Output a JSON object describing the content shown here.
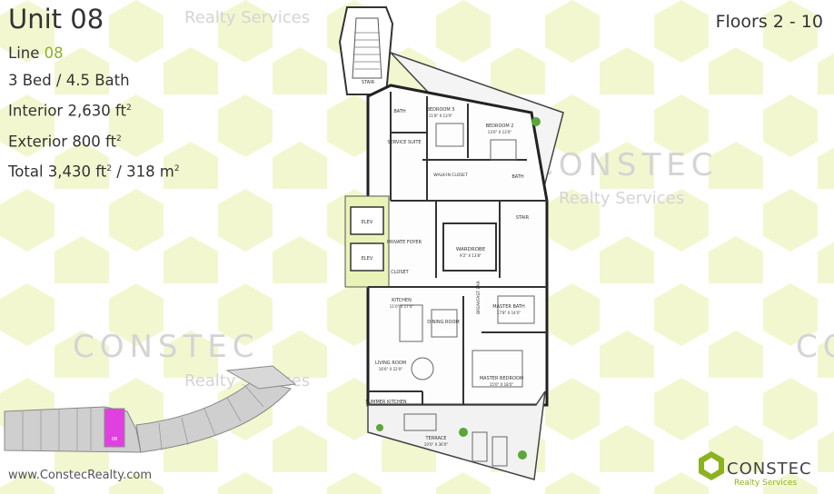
{
  "unit": {
    "title": "Unit 08",
    "line_label": "Line",
    "line_value": "08",
    "beds_baths": "3 Bed / 4.5 Bath",
    "interior_label": "Interior",
    "interior_value": "2,630 ft",
    "exterior_label": "Exterior",
    "exterior_value": "800 ft",
    "total_label": "Total",
    "total_value": "3,430 ft",
    "total_metric": "/ 318 m",
    "sq": "2"
  },
  "floors": "Floors 2 - 10",
  "website": "www.ConstecRealty.com",
  "brand": {
    "name": "CONSTEC",
    "sub": "Realty Services"
  },
  "watermarks": {
    "big": "CONSTEC",
    "small": "Realty Services"
  },
  "keyplan": {
    "unit_tag": "08"
  },
  "rooms": {
    "stair": "STAIR",
    "bath": "BATH",
    "bedroom3": "BEDROOM 3",
    "bedroom3_dim": "11'8\" X 13'0\"",
    "bedroom2": "BEDROOM 2",
    "bedroom2_dim": "13'0\" X 13'0\"",
    "service_suite": "SERVICE SUITE",
    "walkin_closet": "WALK-IN CLOSET",
    "elev": "ELEV",
    "private_foyer": "PRIVATE FOYER",
    "closet": "CLOSET",
    "wardrobe": "WARDROBE",
    "wardrobe_dim": "9'2\" X 13'8\"",
    "kitchen": "KITCHEN",
    "kitchen_dim": "11'0\" X 17'4\"",
    "dining_room": "DINING ROOM",
    "master_bath": "MASTER BATH",
    "master_bath_dim": "17'8\" X 14'0\"",
    "breakfast_bar": "BREAKFAST BAR",
    "living_room": "LIVING ROOM",
    "living_room_dim": "16'6\" X 22'0\"",
    "master_bedroom": "MASTER BEDROOM",
    "master_bedroom_dim": "15'0\" X 18'0\"",
    "summer_kitchen": "SUMMER KITCHEN",
    "terrace": "TERRACE",
    "terrace_dim": "10'0\" X 36'0\""
  },
  "colors": {
    "accent": "#8cb21f",
    "pattern": "#f1f6c8",
    "highlight": "#e040e0"
  }
}
